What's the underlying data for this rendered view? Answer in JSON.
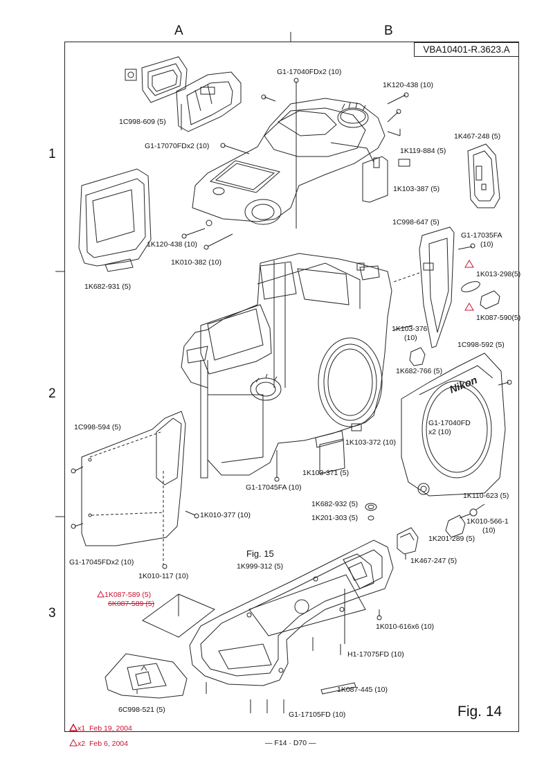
{
  "columns": [
    "A",
    "B"
  ],
  "rows": [
    "1",
    "2",
    "3"
  ],
  "doc_number": "VBA10401-R.3623.A",
  "fig_main": "Fig. 14",
  "fig_sub": "Fig. 15",
  "footer": "— F14 · D70 —",
  "revisions": [
    {
      "mark": "x1",
      "date": "Feb 19, 2004"
    },
    {
      "mark": "x2",
      "date": "Feb 6, 2004"
    }
  ],
  "parts": {
    "p1": "1C998-609 (5)",
    "p2": "G1-17040FDx2 (10)",
    "p3": "1K120-438 (10)",
    "p4": "G1-17070FDx2 (10)",
    "p5": "1K119-884 (5)",
    "p6": "1K103-387 (5)",
    "p7": "1K467-248 (5)",
    "p8": "1C998-647 (5)",
    "p9": "G1-17035FA",
    "p9b": "(10)",
    "p10": "1K120-438 (10)",
    "p11": "1K010-382 (10)",
    "p12": "1K682-931 (5)",
    "p13": "1K013-298(5)",
    "p14": "1K087-590(5)",
    "p15": "1K103-376",
    "p15b": "(10)",
    "p16": "1C998-592 (5)",
    "p17": "1K682-766 (5)",
    "p18": "1C998-594 (5)",
    "p19": "G1-17040FD",
    "p19b": "x2 (10)",
    "p20": "1K103-372 (10)",
    "p21": "1K103-371 (5)",
    "p22": "G1-17045FA (10)",
    "p23": "1K682-932 (5)",
    "p24": "1K201-303 (5)",
    "p25": "1K110-623 (5)",
    "p26": "1K010-377 (10)",
    "p27": "1K010-566-1",
    "p27b": "(10)",
    "p28": "1K201-289 (5)",
    "p29": "G1-17045FDx2 (10)",
    "p30": "1K467-247 (5)",
    "p31": "1K010-117 (10)",
    "p32": "1K999-312 (5)",
    "p33": "1K087-589 (5)",
    "p34": "6K087-589 (5)",
    "p35": "1K010-616x6 (10)",
    "p36": "H1-17075FD (10)",
    "p37": "1K087-445 (10)",
    "p38": "6C998-521 (5)",
    "p39": "G1-17105FD (10)"
  },
  "brand_text": "Nikon",
  "colors": {
    "line": "#222222",
    "revision": "#c8102e",
    "paper": "#ffffff"
  }
}
